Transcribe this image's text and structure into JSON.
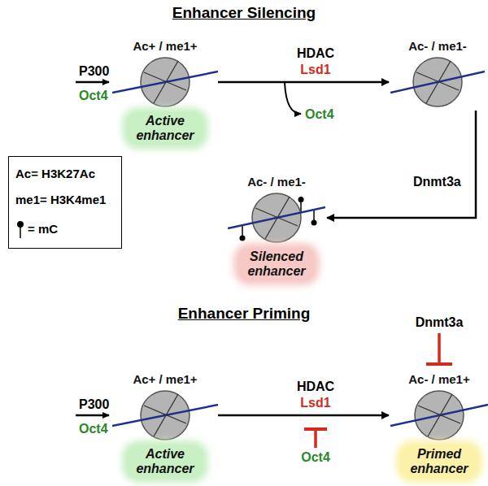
{
  "diagram": {
    "nodes": [
      {
        "text": [
          "Ac+ / me1+",
          "Active enhancer"
        ]
      },
      {
        "text": [
          "Ac- / me1-"
        ]
      },
      {
        "text": [
          "Ac- / me1-",
          "Silenced enhancer"
        ]
      },
      {
        "text": [
          "Ac+ / me1+",
          "Active enhancer"
        ]
      },
      {
        "text": [
          "Ac- / me1+",
          "Primed enhancer"
        ]
      }
    ],
    "edges": [
      {
        "from": 0,
        "to": 1,
        "arrow": "to",
        "label": "HDAC"
      },
      {
        "from": 1,
        "to": 2,
        "arrow": "to",
        "label": "Dnmt3a"
      },
      {
        "from": 3,
        "to": 4,
        "arrow": "to",
        "label": "HDAC"
      }
    ],
    "labels": [
      "Enhancer Silencing",
      "P300",
      "Oct4",
      "Lsd1",
      "Oct4",
      "Enhancer Priming",
      "P300",
      "Oct4",
      "Dnmt3a",
      "Lsd1",
      "Oct4"
    ],
    "legend": [
      {
        "text": "Ac= H3K27Ac"
      },
      {
        "text": "me1= H3K4me1"
      },
      {
        "text": "= mC"
      }
    ]
  }
}
